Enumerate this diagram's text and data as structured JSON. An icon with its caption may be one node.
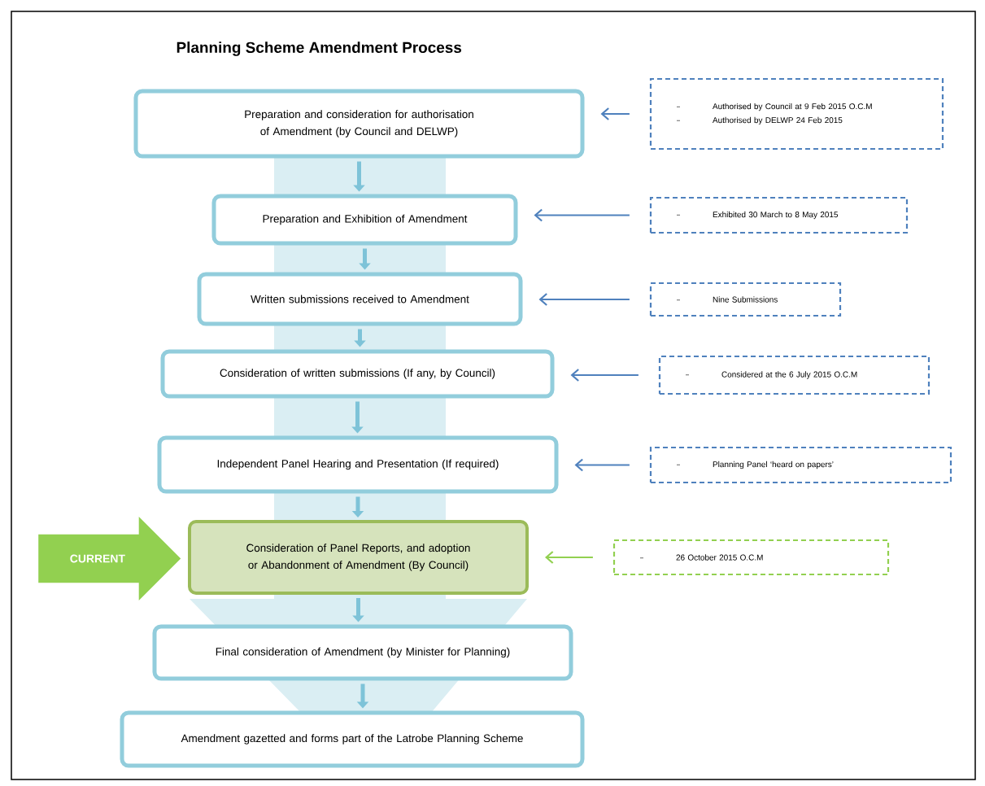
{
  "diagram": {
    "title": "Planning Scheme Amendment Process",
    "nodes": [
      {
        "text": [
          "Preparation and consideration for authorisation of Amendment (by Council and DELWP)"
        ]
      },
      {
        "text": [
          "Preparation and Exhibition of Amendment"
        ]
      },
      {
        "text": [
          "Written submissions received to Amendment"
        ]
      },
      {
        "text": [
          "Consideration of written submissions (If any, by Council)"
        ]
      },
      {
        "text": [
          "Independent Panel Hearing and Presentation (If required)"
        ]
      },
      {
        "text": [
          "Consideration of Panel Reports, and adoption or Abandonment of Amendment (By Council)"
        ]
      },
      {
        "text": [
          "Final consideration of Amendment (by Minister for Planning)"
        ]
      },
      {
        "text": [
          "Amendment gazetted and forms part of the Latrobe Planning Scheme"
        ]
      },
      {
        "text": [
          "Authorised by Council at 9 Feb 2015 O.C.M",
          "Authorised by DELWP 24 Feb 2015"
        ]
      },
      {
        "text": [
          "Exhibited 30 March to 8 May 2015"
        ]
      },
      {
        "text": [
          "Nine Submissions"
        ]
      },
      {
        "text": [
          "Considered at the 6 July 2015 O.C.M"
        ]
      },
      {
        "text": [
          "Planning Panel ‘heard on papers’"
        ]
      },
      {
        "text": [
          "26 October 2015 O.C.M"
        ]
      },
      {
        "text": [
          "CURRENT"
        ]
      }
    ],
    "edges": [
      {
        "from": 0,
        "to": 1,
        "arrow": "to"
      },
      {
        "from": 1,
        "to": 2,
        "arrow": "to"
      },
      {
        "from": 2,
        "to": 3,
        "arrow": "to"
      },
      {
        "from": 3,
        "to": 4,
        "arrow": "to"
      },
      {
        "from": 4,
        "to": 5,
        "arrow": "to"
      },
      {
        "from": 5,
        "to": 6,
        "arrow": "to"
      },
      {
        "from": 6,
        "to": 7,
        "arrow": "to"
      },
      {
        "from": 8,
        "to": 0,
        "arrow": "to",
        "color": "#4f81bd"
      },
      {
        "from": 9,
        "to": 1,
        "arrow": "to",
        "color": "#4f81bd"
      },
      {
        "from": 10,
        "to": 2,
        "arrow": "to",
        "color": "#4f81bd"
      },
      {
        "from": 11,
        "to": 3,
        "arrow": "to",
        "color": "#4f81bd"
      },
      {
        "from": 12,
        "to": 4,
        "arrow": "to",
        "color": "#4f81bd"
      },
      {
        "from": 13,
        "to": 5,
        "arrow": "to",
        "color": "#92d050"
      }
    ]
  }
}
